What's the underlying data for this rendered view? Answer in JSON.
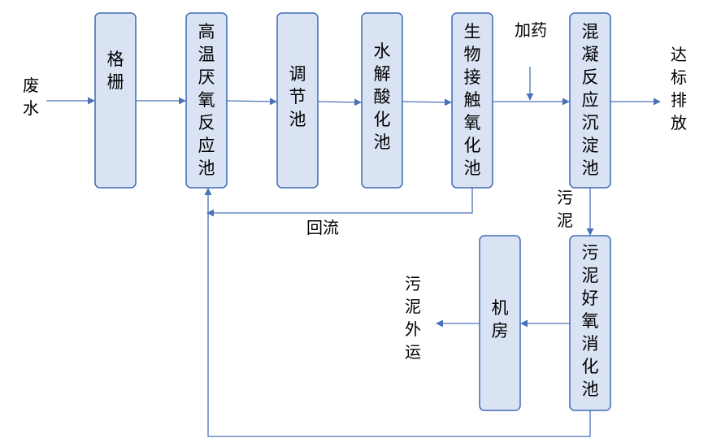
{
  "process": {
    "nodes": [
      {
        "id": "grille",
        "label": "格栅"
      },
      {
        "id": "anaerobic",
        "label": "高温厌氧反应池"
      },
      {
        "id": "regulating",
        "label": "调节池"
      },
      {
        "id": "hydrolysis",
        "label": "水解酸化池"
      },
      {
        "id": "contact_oxidation",
        "label": "生物接触氧化池"
      },
      {
        "id": "coagulation",
        "label": "混凝反应沉淀池"
      },
      {
        "id": "sludge_digestion",
        "label": "污泥好氧消化池"
      },
      {
        "id": "machine_room",
        "label": "机房"
      }
    ],
    "labels": {
      "input": "废水",
      "dosing": "加药",
      "output": "达标排放",
      "sludge": "污泥",
      "reflux": "回流",
      "sludge_out": "污泥外运"
    }
  },
  "colors": {
    "box_fill": "#dae3f3",
    "box_stroke": "#3f6bb3",
    "arrow": "#4a72b8"
  }
}
